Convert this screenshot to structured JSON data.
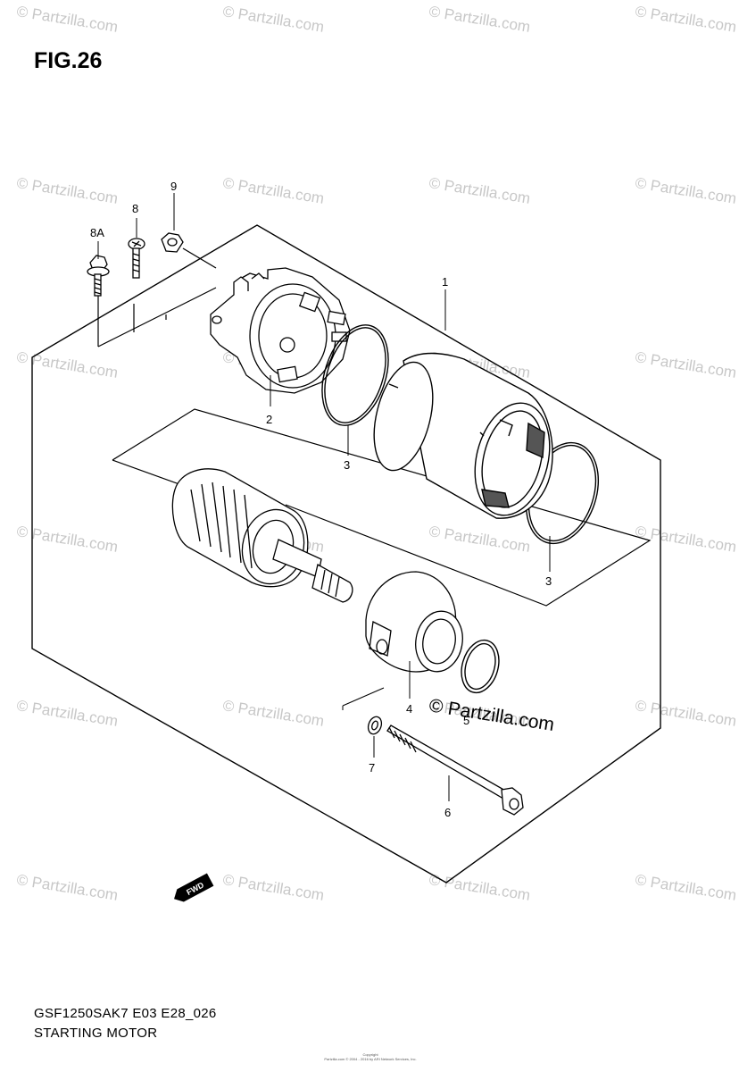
{
  "figure": {
    "title": "FIG.26",
    "model_code": "GSF1250SAK7 E03 E28_026",
    "diagram_name": "STARTING MOTOR"
  },
  "callouts": {
    "c1": "1",
    "c2": "2",
    "c3a": "3",
    "c3b": "3",
    "c4": "4",
    "c5": "5",
    "c6": "6",
    "c7": "7",
    "c8": "8",
    "c8a": "8A",
    "c9": "9"
  },
  "fwd_label": "FWD",
  "watermark": "© Partzilla.com",
  "stamp": "© Partzilla.com",
  "copyright_lines": [
    "Copyright",
    "Partzilla.com © 2004 - 2016 by ARI Network Services, Inc."
  ],
  "colors": {
    "line": "#000000",
    "watermark": "#9a9a9a",
    "background": "#ffffff"
  }
}
